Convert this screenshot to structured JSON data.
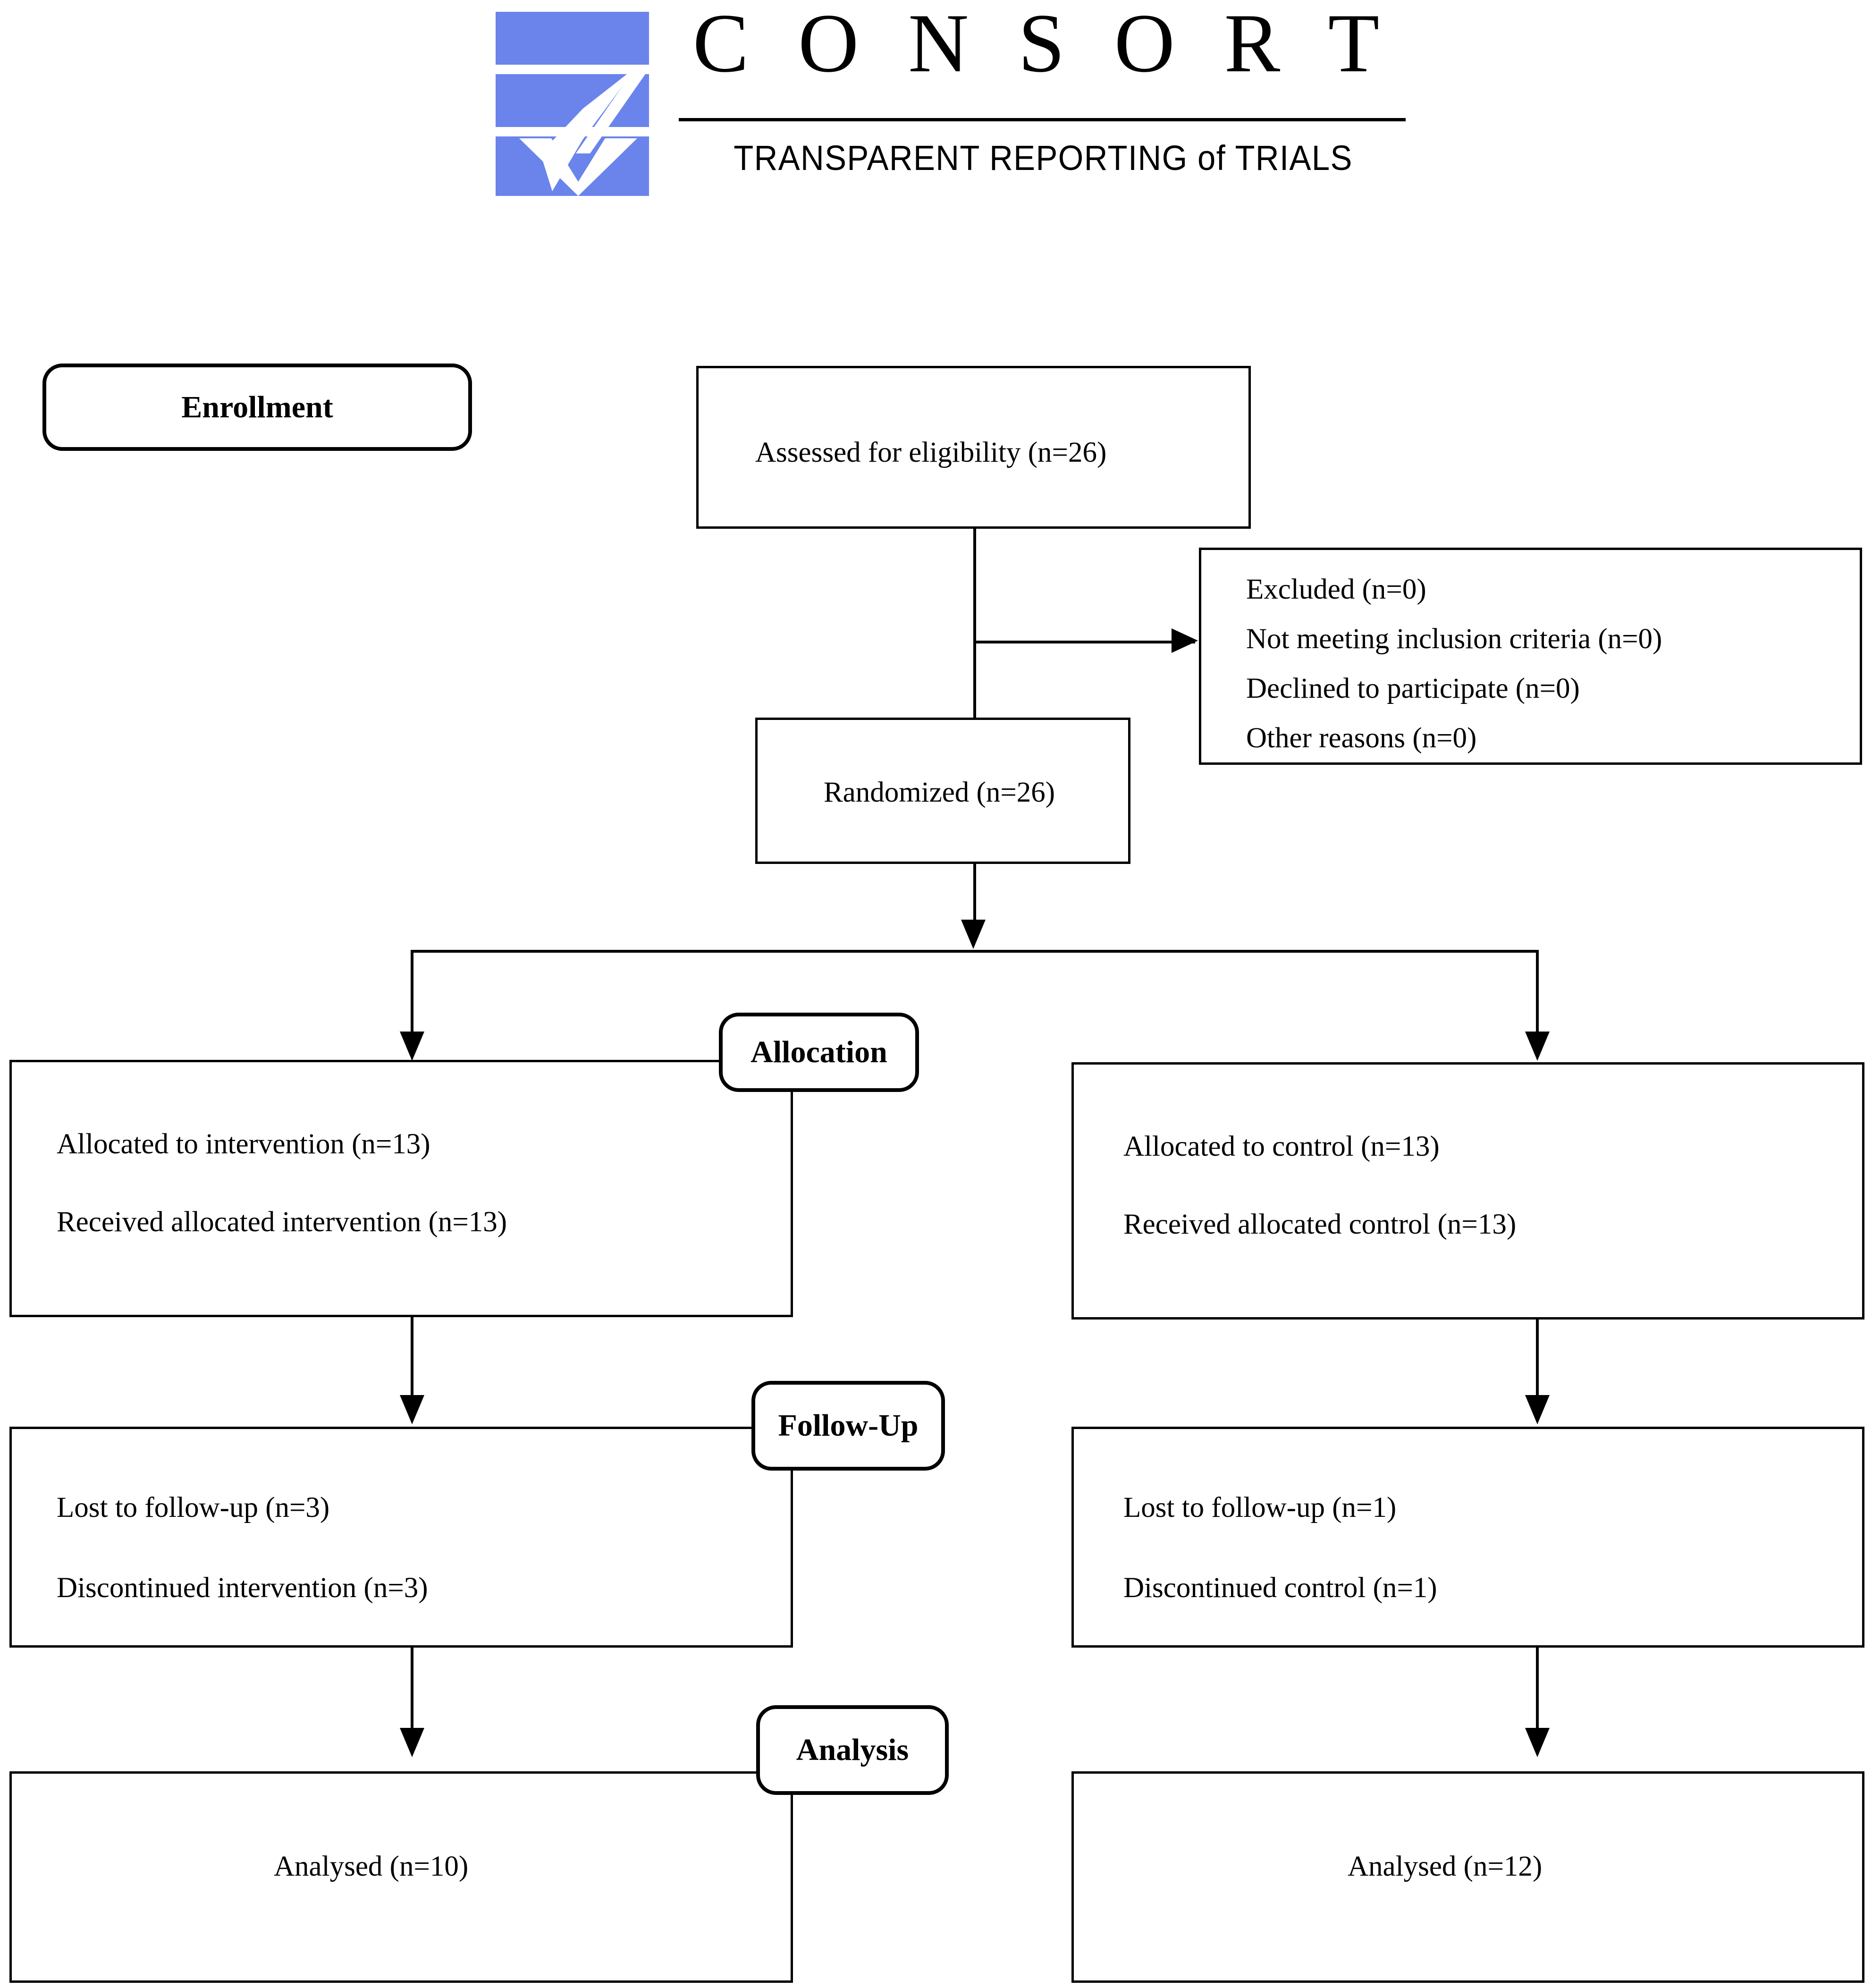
{
  "logo": {
    "wordmark": "C O N S O R T",
    "tagline": "TRANSPARENT REPORTING of TRIALS",
    "mark_color": "#6a84ec",
    "ink_color": "#000000"
  },
  "stages": {
    "enrollment": "Enrollment",
    "allocation": "Allocation",
    "followup": "Follow-Up",
    "analysis": "Analysis"
  },
  "nodes": {
    "assessed": "Assessed for eligibility (n=26)",
    "randomized": "Randomized (n=26)",
    "excluded": [
      "Excluded (n=0)",
      "Not meeting inclusion criteria (n=0)",
      "Declined to participate (n=0)",
      "Other reasons (n=0)"
    ],
    "allocation_left": [
      "Allocated to intervention (n=13)",
      "Received allocated intervention (n=13)"
    ],
    "allocation_right": [
      "Allocated to control (n=13)",
      "Received allocated control (n=13)"
    ],
    "followup_left": [
      "Lost to follow-up (n=3)",
      "Discontinued intervention (n=3)"
    ],
    "followup_right": [
      "Lost to follow-up (n=1)",
      "Discontinued control (n=1)"
    ],
    "analysis_left": "Analysed (n=10)",
    "analysis_right": "Analysed (n=12)"
  },
  "chart_data": {
    "type": "diagram",
    "title": "CONSORT 2010 Flow Diagram",
    "flow": [
      {
        "stage": "Enrollment",
        "label": "Assessed for eligibility",
        "n": 26
      },
      {
        "stage": "Enrollment",
        "label": "Excluded",
        "n": 0
      },
      {
        "stage": "Enrollment",
        "label": "Not meeting inclusion criteria",
        "n": 0
      },
      {
        "stage": "Enrollment",
        "label": "Declined to participate",
        "n": 0
      },
      {
        "stage": "Enrollment",
        "label": "Other reasons",
        "n": 0
      },
      {
        "stage": "Enrollment",
        "label": "Randomized",
        "n": 26
      },
      {
        "stage": "Allocation",
        "arm": "intervention",
        "label": "Allocated to intervention",
        "n": 13
      },
      {
        "stage": "Allocation",
        "arm": "intervention",
        "label": "Received allocated intervention",
        "n": 13
      },
      {
        "stage": "Allocation",
        "arm": "control",
        "label": "Allocated to control",
        "n": 13
      },
      {
        "stage": "Allocation",
        "arm": "control",
        "label": "Received allocated control",
        "n": 13
      },
      {
        "stage": "Follow-Up",
        "arm": "intervention",
        "label": "Lost to follow-up",
        "n": 3
      },
      {
        "stage": "Follow-Up",
        "arm": "intervention",
        "label": "Discontinued intervention",
        "n": 3
      },
      {
        "stage": "Follow-Up",
        "arm": "control",
        "label": "Lost to follow-up",
        "n": 1
      },
      {
        "stage": "Follow-Up",
        "arm": "control",
        "label": "Discontinued control",
        "n": 1
      },
      {
        "stage": "Analysis",
        "arm": "intervention",
        "label": "Analysed",
        "n": 10
      },
      {
        "stage": "Analysis",
        "arm": "control",
        "label": "Analysed",
        "n": 12
      }
    ]
  }
}
